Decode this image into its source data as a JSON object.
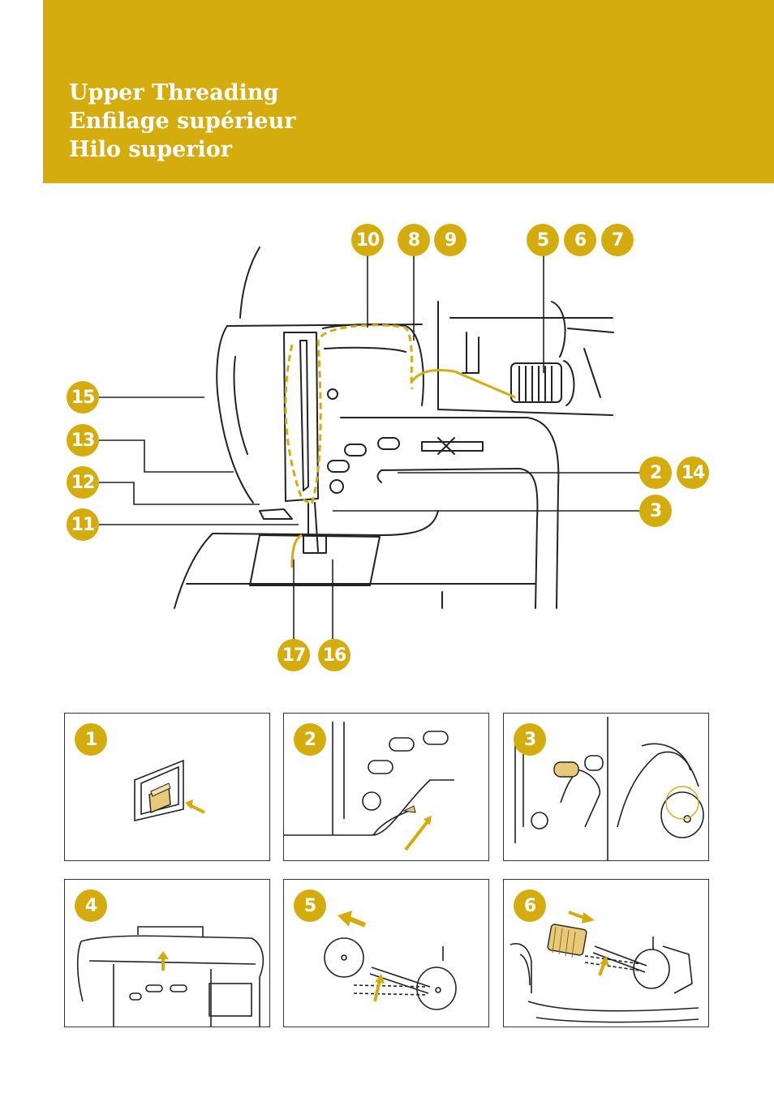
{
  "header": {
    "title_en": "Upper Threading",
    "title_fr": "Enfilage supérieur",
    "title_es": "Hilo superior",
    "color": "#d4ac0d"
  },
  "callouts": {
    "c10": "10",
    "c8": "8",
    "c9": "9",
    "c5": "5",
    "c6": "6",
    "c7": "7",
    "c15": "15",
    "c13": "13",
    "c12": "12",
    "c11": "11",
    "c2": "2",
    "c14": "14",
    "c3": "3",
    "c17": "17",
    "c16": "16"
  },
  "steps": [
    {
      "number": "1"
    },
    {
      "number": "2"
    },
    {
      "number": "3"
    },
    {
      "number": "4"
    },
    {
      "number": "5"
    },
    {
      "number": "6"
    }
  ],
  "colors": {
    "accent": "#d4ac0d",
    "thread": "#e0b84a",
    "line": "#222222"
  }
}
